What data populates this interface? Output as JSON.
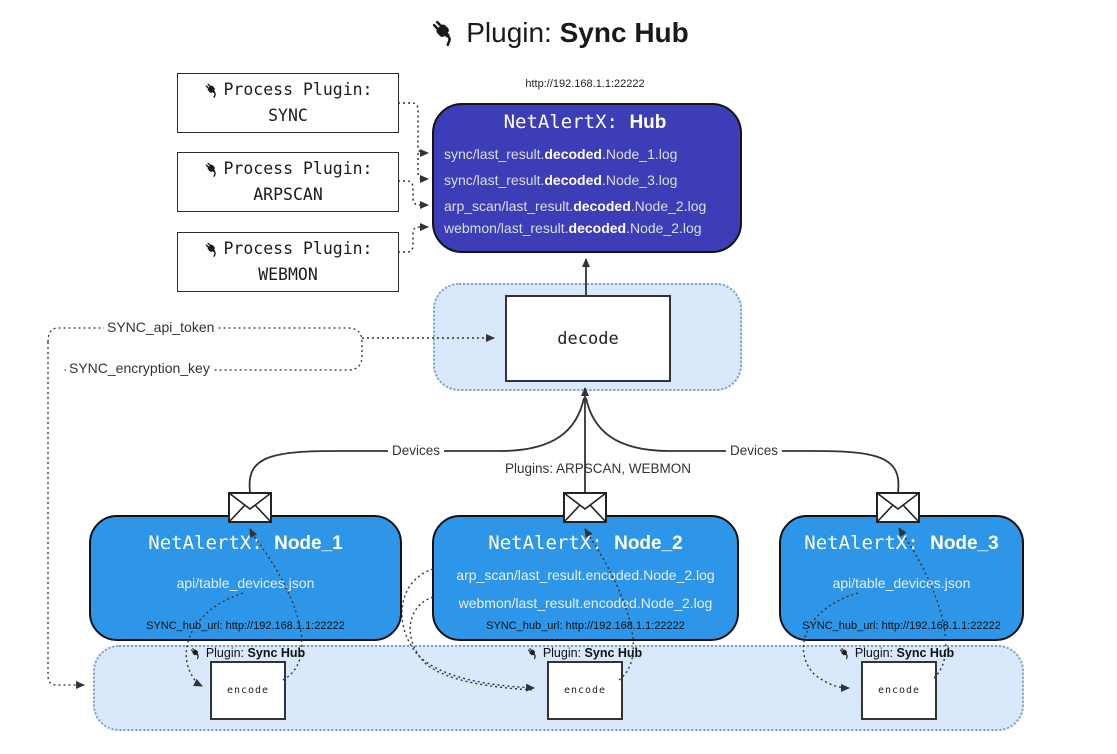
{
  "title": {
    "label": "Plugin:",
    "name": "Sync Hub"
  },
  "process_plugins": {
    "items": [
      {
        "label": "Process Plugin:",
        "name": "SYNC"
      },
      {
        "label": "Process Plugin:",
        "name": "ARPSCAN"
      },
      {
        "label": "Process Plugin:",
        "name": "WEBMON"
      }
    ]
  },
  "hub": {
    "url": "http://192.168.1.1:22222",
    "prefix": "NetAlertX: ",
    "name": "Hub",
    "logs": [
      {
        "pre": "sync/last_result.",
        "bold": "decoded",
        "post": ".Node_1.log"
      },
      {
        "pre": "sync/last_result.",
        "bold": "decoded",
        "post": ".Node_3.log"
      },
      {
        "pre": "arp_scan/last_result.",
        "bold": "decoded",
        "post": ".Node_2.log"
      },
      {
        "pre": "webmon/last_result.",
        "bold": "decoded",
        "post": ".Node_2.log"
      }
    ]
  },
  "decode": {
    "label": "decode"
  },
  "settings": {
    "api_token": "SYNC_api_token",
    "encryption_key": "SYNC_encryption_key"
  },
  "edges": {
    "devices_left": "Devices",
    "plugins_center": "Plugins: ARPSCAN, WEBMON",
    "devices_right": "Devices"
  },
  "nodes": [
    {
      "prefix": "NetAlertX: ",
      "name": "Node_1",
      "files": [
        "api/table_devices.json"
      ],
      "hub_url": "SYNC_hub_url: http://192.168.1.1:22222"
    },
    {
      "prefix": "NetAlertX: ",
      "name": "Node_2",
      "files": [
        "arp_scan/last_result.encoded.Node_2.log",
        "webmon/last_result.encoded.Node_2.log"
      ],
      "hub_url": "SYNC_hub_url: http://192.168.1.1:22222"
    },
    {
      "prefix": "NetAlertX: ",
      "name": "Node_3",
      "files": [
        "api/table_devices.json"
      ],
      "hub_url": "SYNC_hub_url: http://192.168.1.1:22222"
    }
  ],
  "encode_plugins": [
    {
      "label": "Plugin:",
      "name": "Sync Hub",
      "box": "encode"
    },
    {
      "label": "Plugin:",
      "name": "Sync Hub",
      "box": "encode"
    },
    {
      "label": "Plugin:",
      "name": "Sync Hub",
      "box": "encode"
    }
  ],
  "colors": {
    "hub_fill": "#3d3db8",
    "node_fill": "#2e96e8",
    "container_fill": "#d9e9fb",
    "container_border": "#7f9fc4",
    "connector": "#333333"
  }
}
